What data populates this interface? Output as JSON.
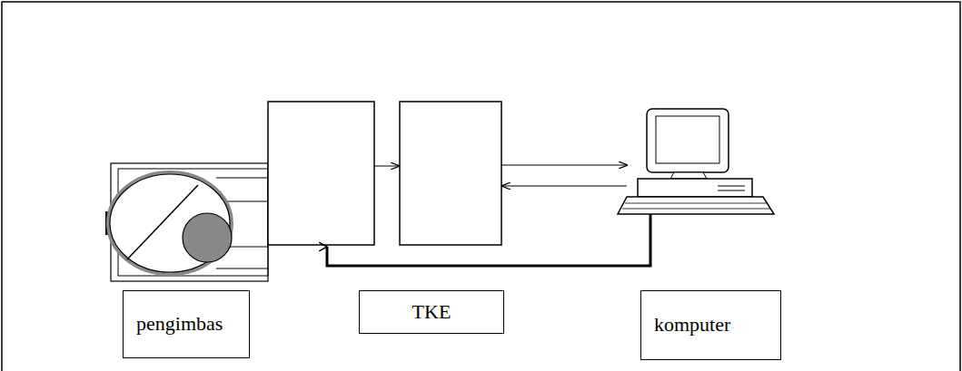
{
  "diagram": {
    "nodes": [
      {
        "text": [
          "pengimbas"
        ]
      },
      {
        "text": [
          "TKE"
        ]
      },
      {
        "text": [
          "komputer"
        ]
      }
    ]
  }
}
